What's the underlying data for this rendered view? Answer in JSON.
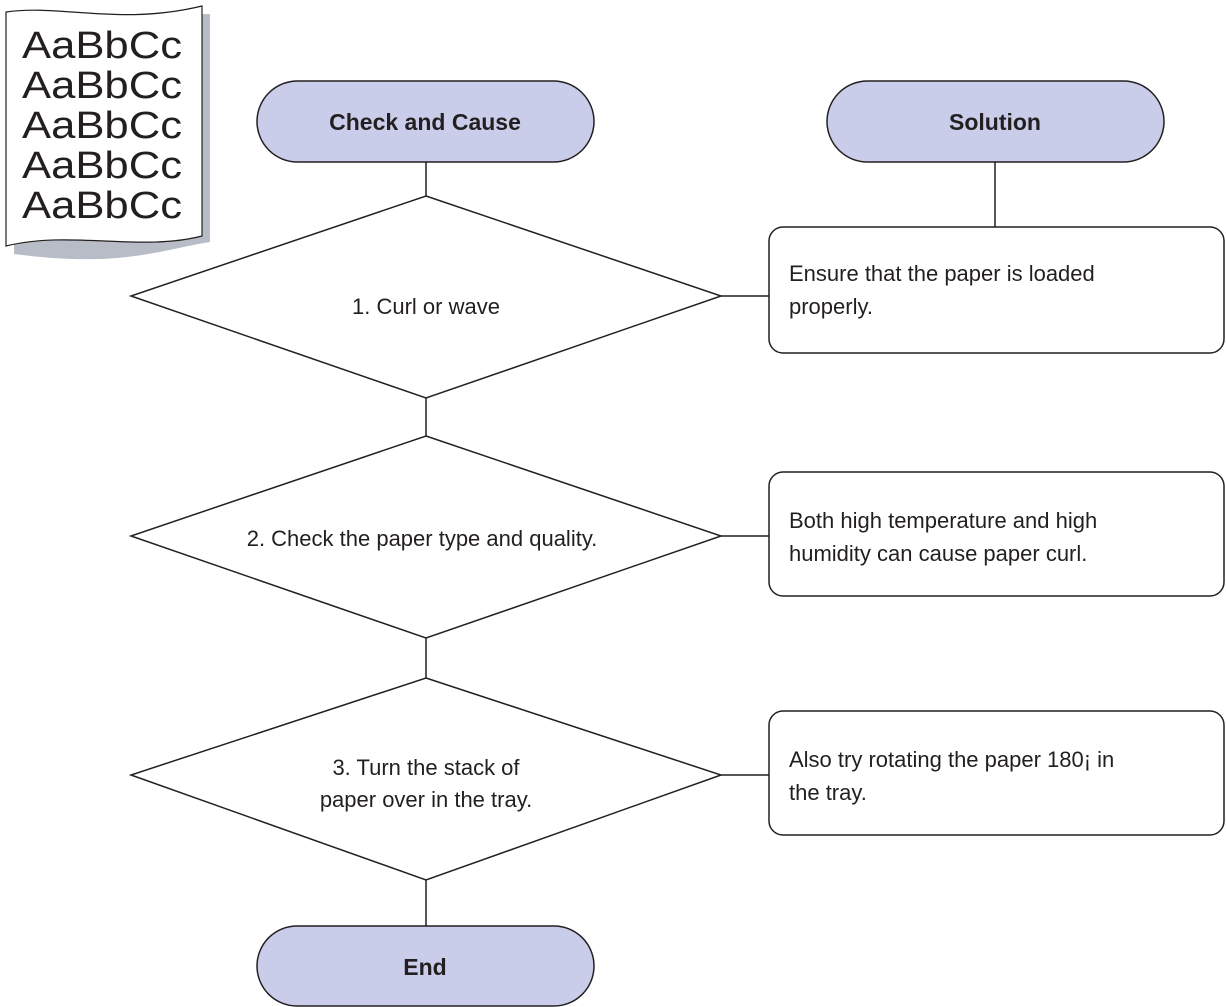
{
  "sample_page": {
    "lines": [
      "AaBbCc",
      "AaBbCc",
      "AaBbCc",
      "AaBbCc",
      "AaBbCc"
    ]
  },
  "flowchart": {
    "header_left": "Check and Cause",
    "header_right": "Solution",
    "end_label": "End",
    "steps": [
      {
        "cause": [
          "1. Curl or wave"
        ],
        "solution": [
          "Ensure that the paper is loaded",
          "properly."
        ]
      },
      {
        "cause": [
          "2. Check the paper type and quality."
        ],
        "solution": [
          "Both high temperature and high",
          "humidity can cause paper curl."
        ]
      },
      {
        "cause": [
          "3. Turn the stack of",
          "paper over in the tray."
        ],
        "solution": [
          "Also try rotating the paper 180¡ in",
          "the tray."
        ]
      }
    ]
  },
  "colors": {
    "terminal_fill": "#c9cdea",
    "stroke": "#231f20",
    "paper_shadow": "#b7bcc6"
  }
}
